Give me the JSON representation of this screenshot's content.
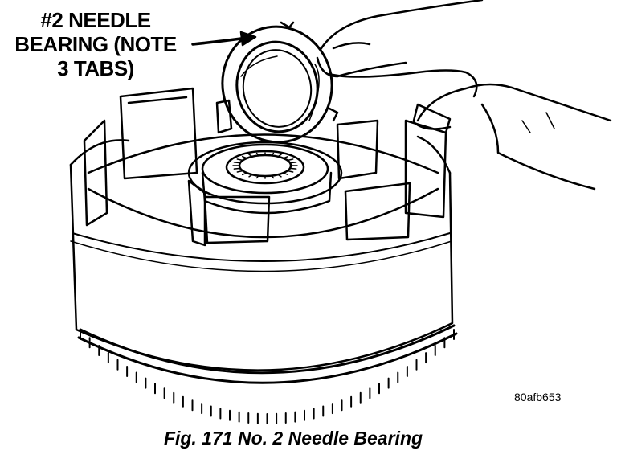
{
  "callout": {
    "line1": "#2 NEEDLE",
    "line2": "BEARING (NOTE",
    "line3": "3 TABS)"
  },
  "reference_id": "80afb653",
  "caption": "Fig. 171 No. 2 Needle Bearing",
  "colors": {
    "ink": "#000000",
    "paper": "#ffffff"
  }
}
